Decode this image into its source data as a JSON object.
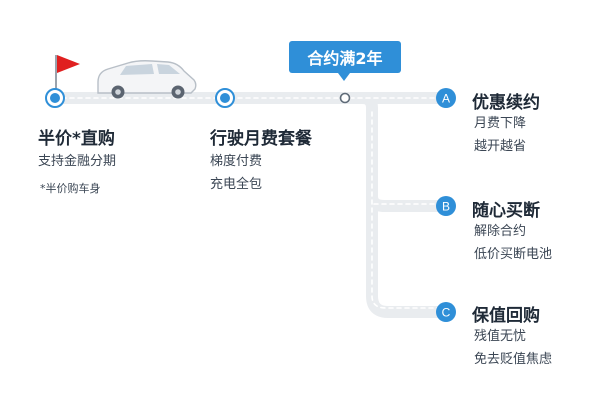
{
  "badge": {
    "label": "合约满2年"
  },
  "stages": [
    {
      "title": "半价*直购",
      "lines": [
        "支持金融分期"
      ],
      "note": "*半价购车身"
    },
    {
      "title": "行驶月费套餐",
      "lines": [
        "梯度付费",
        "充电全包"
      ]
    }
  ],
  "options": [
    {
      "letter": "A",
      "title": "优惠续约",
      "lines": [
        "月费下降",
        "越开越省"
      ]
    },
    {
      "letter": "B",
      "title": "随心买断",
      "lines": [
        "解除合约",
        "低价买断电池"
      ]
    },
    {
      "letter": "C",
      "title": "保值回购",
      "lines": [
        "残值无忧",
        "免去贬值焦虑"
      ]
    }
  ],
  "colors": {
    "accent": "#2f8fd8",
    "road": "#e9ecef",
    "dash": "#ffffff",
    "flag": "#e02020",
    "text_dark": "#1f2a37",
    "text_body": "#3b4654"
  }
}
